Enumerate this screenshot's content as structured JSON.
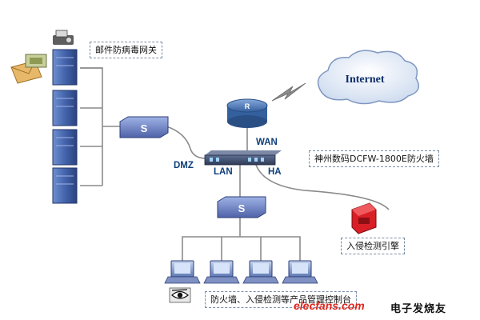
{
  "labels": {
    "mail_gateway": "邮件防病毒网关",
    "firewall_model": "神州数码DCFW-1800E防火墙",
    "ids_engine": "入侵检测引擎",
    "mgmt_console": "防火墙、入侵检测等产品管理控制台",
    "internet": "Internet"
  },
  "ports": {
    "wan": "WAN",
    "lan": "LAN",
    "ha": "HA",
    "dmz": "DMZ"
  },
  "switch_label": "S",
  "router_label": "R",
  "watermark": {
    "brand": "elecfans.com",
    "cn_text": "电子发烧友"
  },
  "colors": {
    "link": "#8a8a8a",
    "server": "#3f5fa6",
    "switch": "#5a6fb5",
    "router": "#4e78b8",
    "ids": "#d91f26"
  }
}
